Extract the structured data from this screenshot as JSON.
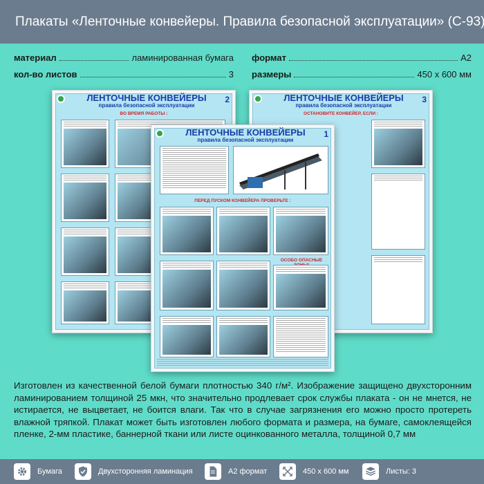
{
  "header": {
    "title": "Плакаты «Ленточные конвейеры. Правила безопасной эксплуатации» (С-93)"
  },
  "specs": {
    "material_label": "материал",
    "material_value": "ламинированная бумага",
    "sheets_label": "кол-во листов",
    "sheets_value": "3",
    "format_label": "формат",
    "format_value": "А2",
    "size_label": "размеры",
    "size_value": "450 х 600 мм"
  },
  "posters": {
    "title": "ЛЕНТОЧНЫЕ КОНВЕЙЕРЫ",
    "subtitle": "правила безопасной эксплуатации",
    "left_number": "2",
    "right_number": "3",
    "center_number": "1",
    "left_banner": "ВО ВРЕМЯ РАБОТЫ :",
    "right_banner": "ОСТАНОВИТЕ КОНВЕЙЕР, ЕСЛИ :",
    "center_banner": "ПЕРЕД ПУСКОМ КОНВЕЙЕРА ПРОВЕРЬТЕ :",
    "center_banner2": "ОСОБО ОПАСНЫЕ ЗОНЫ!"
  },
  "description": "Изготовлен из качественной белой бумаги плотностью 340 г/м². Изображение защищено двухсторонним ламинированием толщиной 25 мкн, что значительно продлевает срок службы плаката - он не мнется, не истирается, не выцветает, не боится влаги. Так что в случае загрязнения его можно просто протереть влажной тряпкой. Плакат может быть изготовлен любого формата и размера, на бумаге, самоклеящейся пленке, 2-мм пластике, баннерной ткани или листе оцинкованного металла, толщиной 0,7 мм",
  "features": [
    {
      "icon": "gear-icon",
      "label": "Бумага"
    },
    {
      "icon": "shield-check-icon",
      "label": "Двухсторонняя ламинация"
    },
    {
      "icon": "document-icon",
      "label": "А2 формат"
    },
    {
      "icon": "expand-arrows-icon",
      "label": "450 х 600 мм"
    },
    {
      "icon": "layers-icon",
      "label": "Листы: 3"
    }
  ],
  "colors": {
    "background": "#5fdcc9",
    "bars": "#6b7c8e",
    "poster_title": "#1b3aa8",
    "poster_warning": "#d4202a"
  }
}
